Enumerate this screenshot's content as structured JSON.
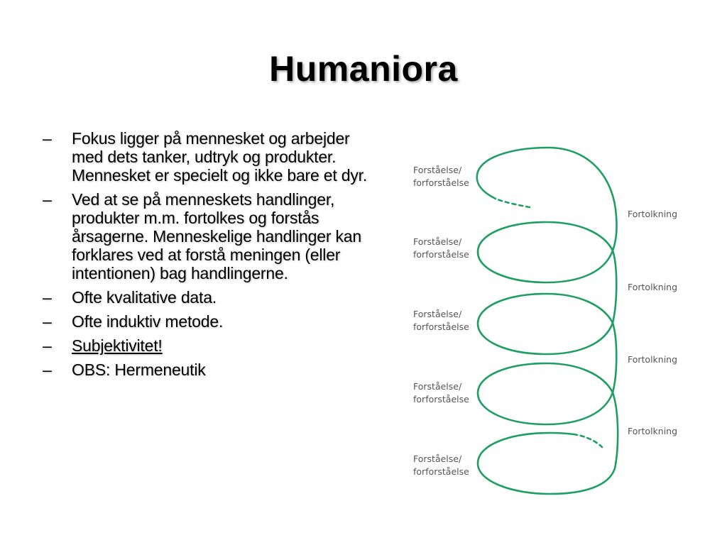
{
  "slide": {
    "title": "Humaniora",
    "bullets": [
      {
        "dash": "–",
        "text": "Fokus ligger på mennesket og arbejder med dets tanker, udtryk og produkter. Mennesket er specielt og ikke bare et dyr.",
        "underline": false
      },
      {
        "dash": "–",
        "text": "Ved at se på menneskets handlinger, produkter m.m. fortolkes og forstås årsagerne. Menneskelige handlinger kan forklares ved at forstå meningen (eller intentionen) bag handlingerne.",
        "underline": false
      },
      {
        "dash": "–",
        "text": "Ofte kvalitative data.",
        "underline": false
      },
      {
        "dash": "–",
        "text": "Ofte induktiv metode.",
        "underline": false
      },
      {
        "dash": "–",
        "text": "Subjektivitet!",
        "underline": true
      },
      {
        "dash": "–",
        "text": "OBS: Hermeneutik",
        "underline": false
      }
    ]
  },
  "diagram": {
    "type": "hermeneutic-spiral",
    "stroke_color": "#1f9e63",
    "label_color": "#555555",
    "left_labels": [
      {
        "line1": "Forståelse/",
        "line2": "forforståelse"
      },
      {
        "line1": "Forståelse/",
        "line2": "forforståelse"
      },
      {
        "line1": "Forståelse/",
        "line2": "forforståelse"
      },
      {
        "line1": "Forståelse/",
        "line2": "forforståelse"
      },
      {
        "line1": "Forståelse/",
        "line2": "forforståelse"
      }
    ],
    "right_labels": [
      "Fortolkning",
      "Fortolkning",
      "Fortolkning",
      "Fortolkning"
    ]
  }
}
